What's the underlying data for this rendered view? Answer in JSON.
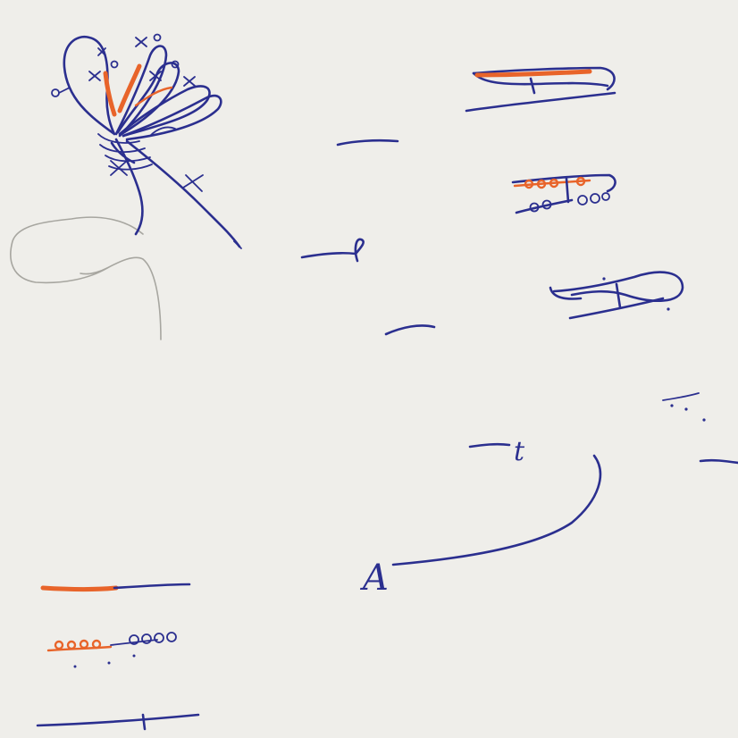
{
  "sheet": {
    "background": "#efeeea",
    "ink_colors": {
      "blue": "#2b2f8f",
      "orange": "#e8642a",
      "pencil": "#a7a6a0"
    }
  },
  "marks": {
    "handwritten_t": "t",
    "handwritten_a": "A"
  },
  "icons": {
    "bouquet": "flower-bouquet-drawing",
    "strokes": "pen-stroke-marks"
  }
}
